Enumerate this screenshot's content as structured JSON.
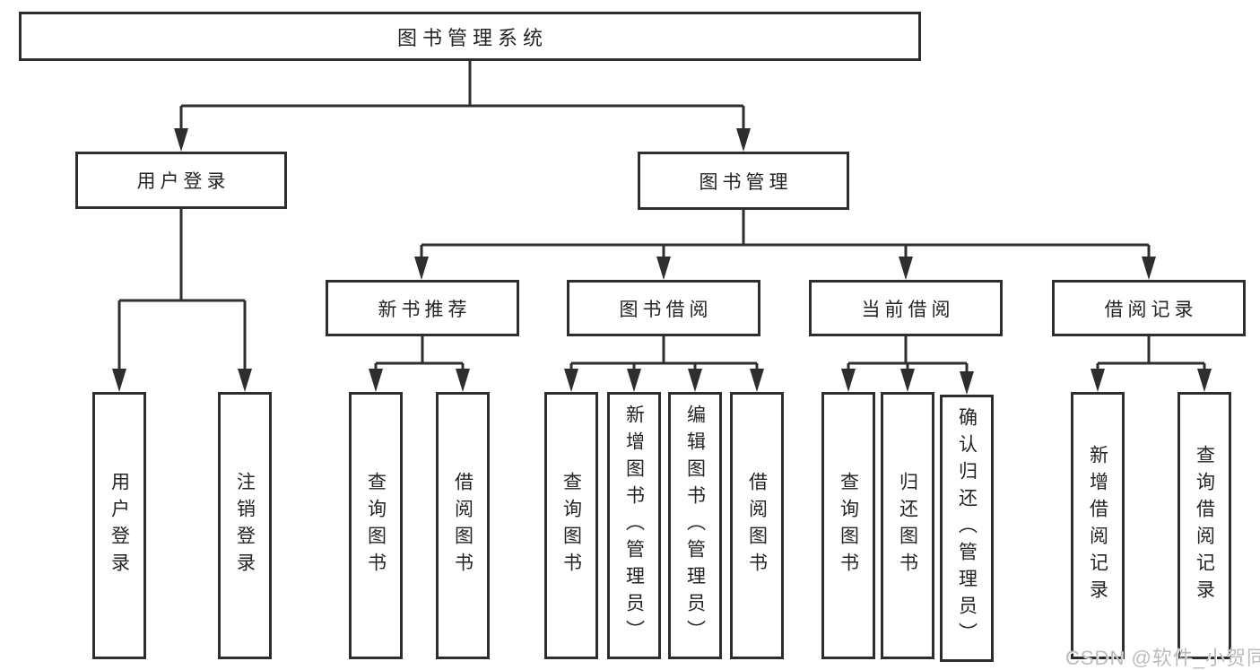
{
  "diagram": {
    "root": "图书管理系统",
    "level2": {
      "user_login": "用户登录",
      "book_management": "图书管理"
    },
    "level3": {
      "new_books": "新书推荐",
      "book_borrow": "图书借阅",
      "current_borrow": "当前借阅",
      "borrow_records": "借阅记录"
    },
    "leaves": {
      "user_login": [
        "用户登录",
        "注销登录"
      ],
      "new_books": [
        "查询图书",
        "借阅图书"
      ],
      "book_borrow": [
        "查询图书",
        "新增图书（管理员）",
        "编辑图书（管理员）",
        "借阅图书"
      ],
      "current_borrow": [
        "查询图书",
        "归还图书",
        "确认归还（管理员）"
      ],
      "borrow_records": [
        "新增借阅记录",
        "查询借阅记录"
      ]
    },
    "line_color": "#2e2e2e"
  },
  "watermark": "CSDN @软件_小贺同学"
}
